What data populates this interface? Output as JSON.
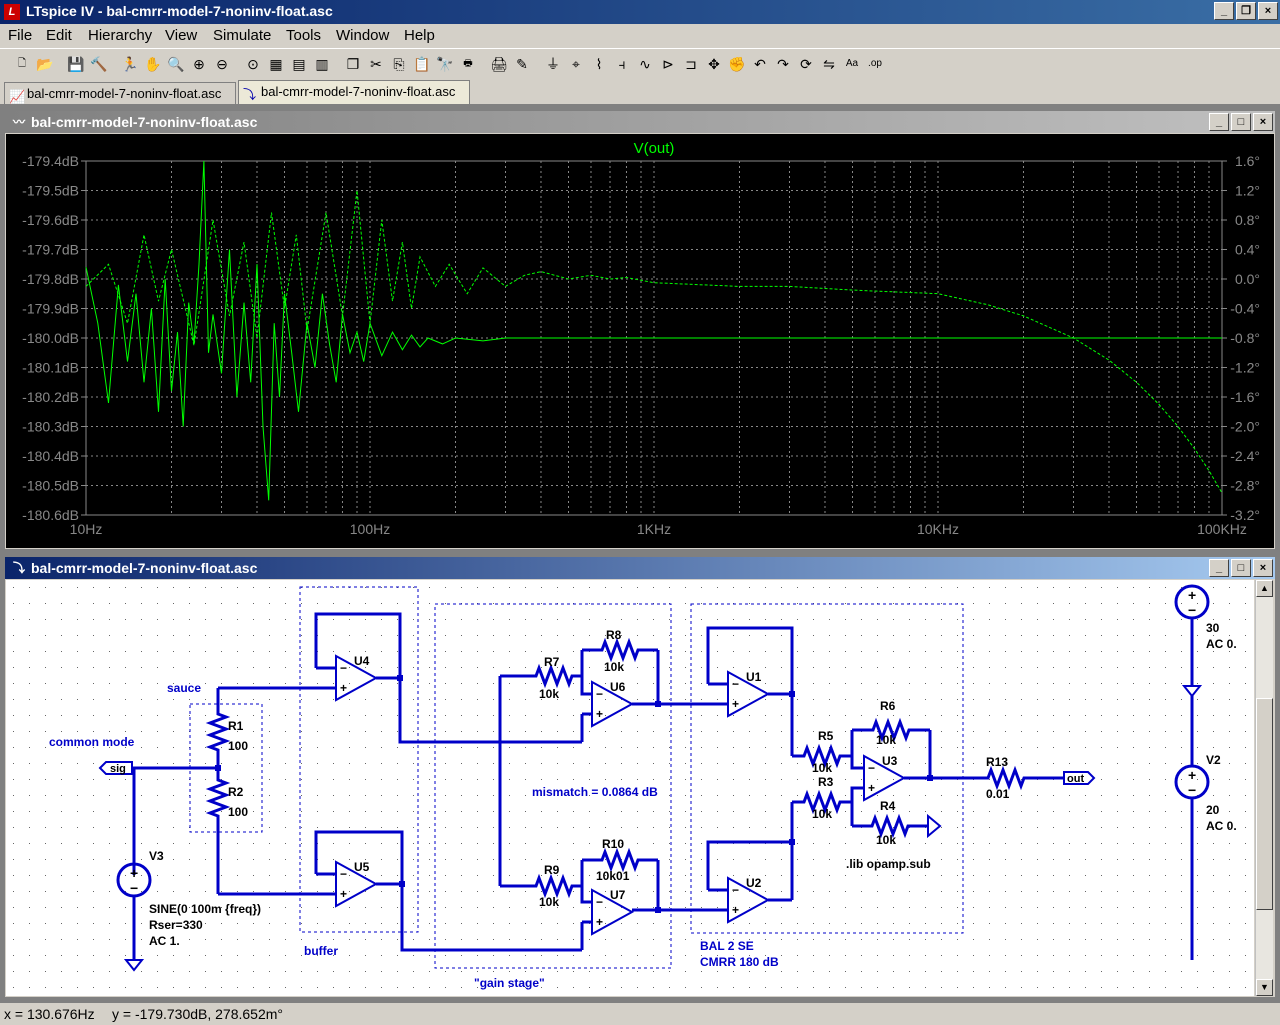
{
  "app": {
    "title": "LTspice IV - bal-cmrr-model-7-noninv-float.asc",
    "icon": "ltspice-logo-icon"
  },
  "menu": [
    "File",
    "Edit",
    "Hierarchy",
    "View",
    "Simulate",
    "Tools",
    "Window",
    "Help"
  ],
  "toolbar_icons": [
    "new-schematic-icon",
    "open-icon",
    "save-icon",
    "control-panel-icon",
    "run-icon",
    "pan-icon",
    "zoom-in-icon",
    "zoom-fit-icon",
    "zoom-out-icon",
    "zoom-full-icon",
    "grid-icon",
    "tile-horizontal-icon",
    "tile-vertical-icon",
    "cascade-icon",
    "cut-icon",
    "copy-icon",
    "paste-icon",
    "find-icon",
    "print-preview-icon",
    "print-icon",
    "draw-wire-icon",
    "ground-icon",
    "label-net-icon",
    "resistor-icon",
    "capacitor-icon",
    "inductor-icon",
    "diode-icon",
    "component-icon",
    "move-icon",
    "drag-icon",
    "undo-icon",
    "redo-icon",
    "rotate-icon",
    "mirror-icon",
    "text-icon",
    "spice-directive-icon"
  ],
  "tabs": [
    {
      "label": "bal-cmrr-model-7-noninv-float.asc",
      "icon": "waveform-icon",
      "active": false
    },
    {
      "label": "bal-cmrr-model-7-noninv-float.asc",
      "icon": "schematic-icon",
      "active": true
    }
  ],
  "plot_window": {
    "title": "bal-cmrr-model-7-noninv-float.asc"
  },
  "schematic_window": {
    "title": "bal-cmrr-model-7-noninv-float.asc"
  },
  "chart_data": {
    "type": "line",
    "title": "V(out)",
    "x_scale": "log",
    "xlim": [
      10,
      100000
    ],
    "x_ticks": [
      "10Hz",
      "100Hz",
      "1KHz",
      "10KHz",
      "100KHz"
    ],
    "y_left_ticks": [
      "-179.4dB",
      "-179.5dB",
      "-179.6dB",
      "-179.7dB",
      "-179.8dB",
      "-179.9dB",
      "-180.0dB",
      "-180.1dB",
      "-180.2dB",
      "-180.3dB",
      "-180.4dB",
      "-180.5dB",
      "-180.6dB"
    ],
    "y_right_ticks": [
      "1.6°",
      "1.2°",
      "0.8°",
      "0.4°",
      "0.0°",
      "-0.4°",
      "-0.8°",
      "-1.2°",
      "-1.6°",
      "-2.0°",
      "-2.4°",
      "-2.8°",
      "-3.2°"
    ],
    "ylim_left": [
      -180.6,
      -179.4
    ],
    "ylim_right": [
      -3.2,
      1.6
    ],
    "grid": true,
    "series": [
      {
        "name": "magnitude",
        "style": "solid",
        "color": "#00ff00",
        "x": [
          10,
          11,
          12,
          13,
          14,
          15,
          16,
          17,
          18,
          19,
          20,
          21,
          22,
          23,
          24,
          25,
          26,
          27,
          28,
          30,
          32,
          34,
          36,
          38,
          40,
          42,
          44,
          46,
          48,
          50,
          53,
          56,
          60,
          64,
          68,
          72,
          76,
          80,
          85,
          90,
          95,
          100,
          110,
          120,
          130,
          140,
          150,
          160,
          180,
          200,
          250,
          300,
          400,
          500,
          700,
          1000,
          2000,
          5000,
          10000,
          20000,
          50000,
          100000
        ],
        "y": [
          -179.76,
          -179.95,
          -180.22,
          -179.82,
          -180.08,
          -179.85,
          -180.15,
          -179.9,
          -180.25,
          -179.8,
          -180.18,
          -179.98,
          -180.3,
          -179.88,
          -180.02,
          -179.75,
          -179.4,
          -180.05,
          -179.92,
          -180.12,
          -179.7,
          -180.2,
          -179.88,
          -180.15,
          -179.75,
          -180.3,
          -180.55,
          -179.95,
          -180.2,
          -179.85,
          -180.05,
          -180.25,
          -179.95,
          -180.1,
          -179.85,
          -180.02,
          -180.15,
          -179.92,
          -180.05,
          -179.98,
          -180.08,
          -179.95,
          -180.06,
          -179.98,
          -180.04,
          -179.99,
          -180.03,
          -180.0,
          -180.02,
          -180.0,
          -180.01,
          -180.0,
          -180.0,
          -180.0,
          -180.0,
          -180.0,
          -180.0,
          -180.0,
          -180.0,
          -180.0,
          -180.0,
          -180.0
        ]
      },
      {
        "name": "phase",
        "style": "dashed",
        "color": "#00ff00",
        "x": [
          10,
          12,
          14,
          16,
          18,
          20,
          24,
          28,
          32,
          36,
          40,
          45,
          50,
          55,
          60,
          70,
          80,
          90,
          100,
          110,
          120,
          130,
          140,
          150,
          170,
          190,
          220,
          250,
          300,
          350,
          400,
          500,
          600,
          700,
          800,
          1000,
          1500,
          2000,
          3000,
          5000,
          10000,
          15000,
          20000,
          30000,
          40000,
          50000,
          60000,
          70000,
          80000,
          90000,
          100000
        ],
        "y": [
          -0.1,
          0.2,
          -0.6,
          0.6,
          -0.3,
          0.4,
          -0.9,
          0.8,
          -0.5,
          0.5,
          -0.8,
          0.9,
          -0.4,
          0.6,
          -0.7,
          0.9,
          -0.5,
          1.2,
          -0.6,
          0.8,
          -0.3,
          0.5,
          -0.4,
          0.3,
          -0.1,
          0.2,
          -0.2,
          0.15,
          -0.1,
          0.05,
          0.1,
          0.0,
          0.05,
          0.0,
          0.02,
          -0.05,
          -0.08,
          -0.1,
          -0.1,
          -0.15,
          -0.2,
          -0.35,
          -0.5,
          -0.8,
          -1.1,
          -1.4,
          -1.7,
          -2.0,
          -2.3,
          -2.6,
          -2.9
        ]
      }
    ]
  },
  "schematic": {
    "labels": {
      "sauce": "sauce",
      "common_mode": "common mode",
      "sig": "sig",
      "out": "out",
      "buffer": "buffer",
      "gain_stage": "\"gain stage\"",
      "mismatch": "mismatch = 0.0864 dB",
      "bal2se": "BAL 2 SE",
      "cmrr": "CMRR 180 dB",
      "lib": ".lib opamp.sub"
    },
    "components": {
      "U4": "U4",
      "U5": "U5",
      "U6": "U6",
      "U7": "U7",
      "U1": "U1",
      "U2": "U2",
      "U3": "U3",
      "R1": "R1",
      "R1v": "100",
      "R2": "R2",
      "R2v": "100",
      "R7": "R7",
      "R7v": "10k",
      "R8": "R8",
      "R8v": "10k",
      "R9": "R9",
      "R9v": "10k",
      "R10": "R10",
      "R10v": "10k01",
      "R5": "R5",
      "R5v": "10k",
      "R3": "R3",
      "R3v": "10k",
      "R6": "R6",
      "R6v": "10k",
      "R4": "R4",
      "R4v": "10k",
      "R13": "R13",
      "R13v": "0.01",
      "V3": "V3",
      "V3a": "SINE(0 100m {freq})",
      "V3b": "Rser=330",
      "V3c": "AC 1.",
      "V1a": "30",
      "V1b": "AC 0.",
      "V2": "V2",
      "V2a": "20",
      "V2b": "AC 0."
    }
  },
  "status": {
    "x": "x = 130.676Hz",
    "y": "y = -179.730dB, 278.652m°"
  }
}
